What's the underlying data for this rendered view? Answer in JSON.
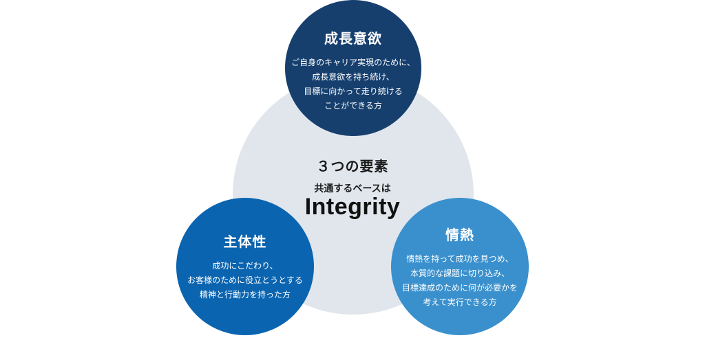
{
  "center": {
    "heading": "３つの要素",
    "subtitle": "共通するベースは",
    "keyword": "Integrity",
    "color": "#e1e6ed"
  },
  "elements": [
    {
      "title": "成長意欲",
      "lines": [
        "ご自身のキャリア実現のために、",
        "成長意欲を持ち続け、",
        "目標に向かって走り続ける",
        "ことができる方"
      ],
      "color": "#163f6e"
    },
    {
      "title": "主体性",
      "lines": [
        "成功にこだわり、",
        "お客様のために役立とうとする",
        "精神と行動力を持った方"
      ],
      "color": "#0a64b0"
    },
    {
      "title": "情熱",
      "lines": [
        "情熱を持って成功を見つめ、",
        "本質的な課題に切り込み、",
        "目標達成のために何が必要かを",
        "考えて実行できる方"
      ],
      "color": "#3a90cd"
    }
  ]
}
